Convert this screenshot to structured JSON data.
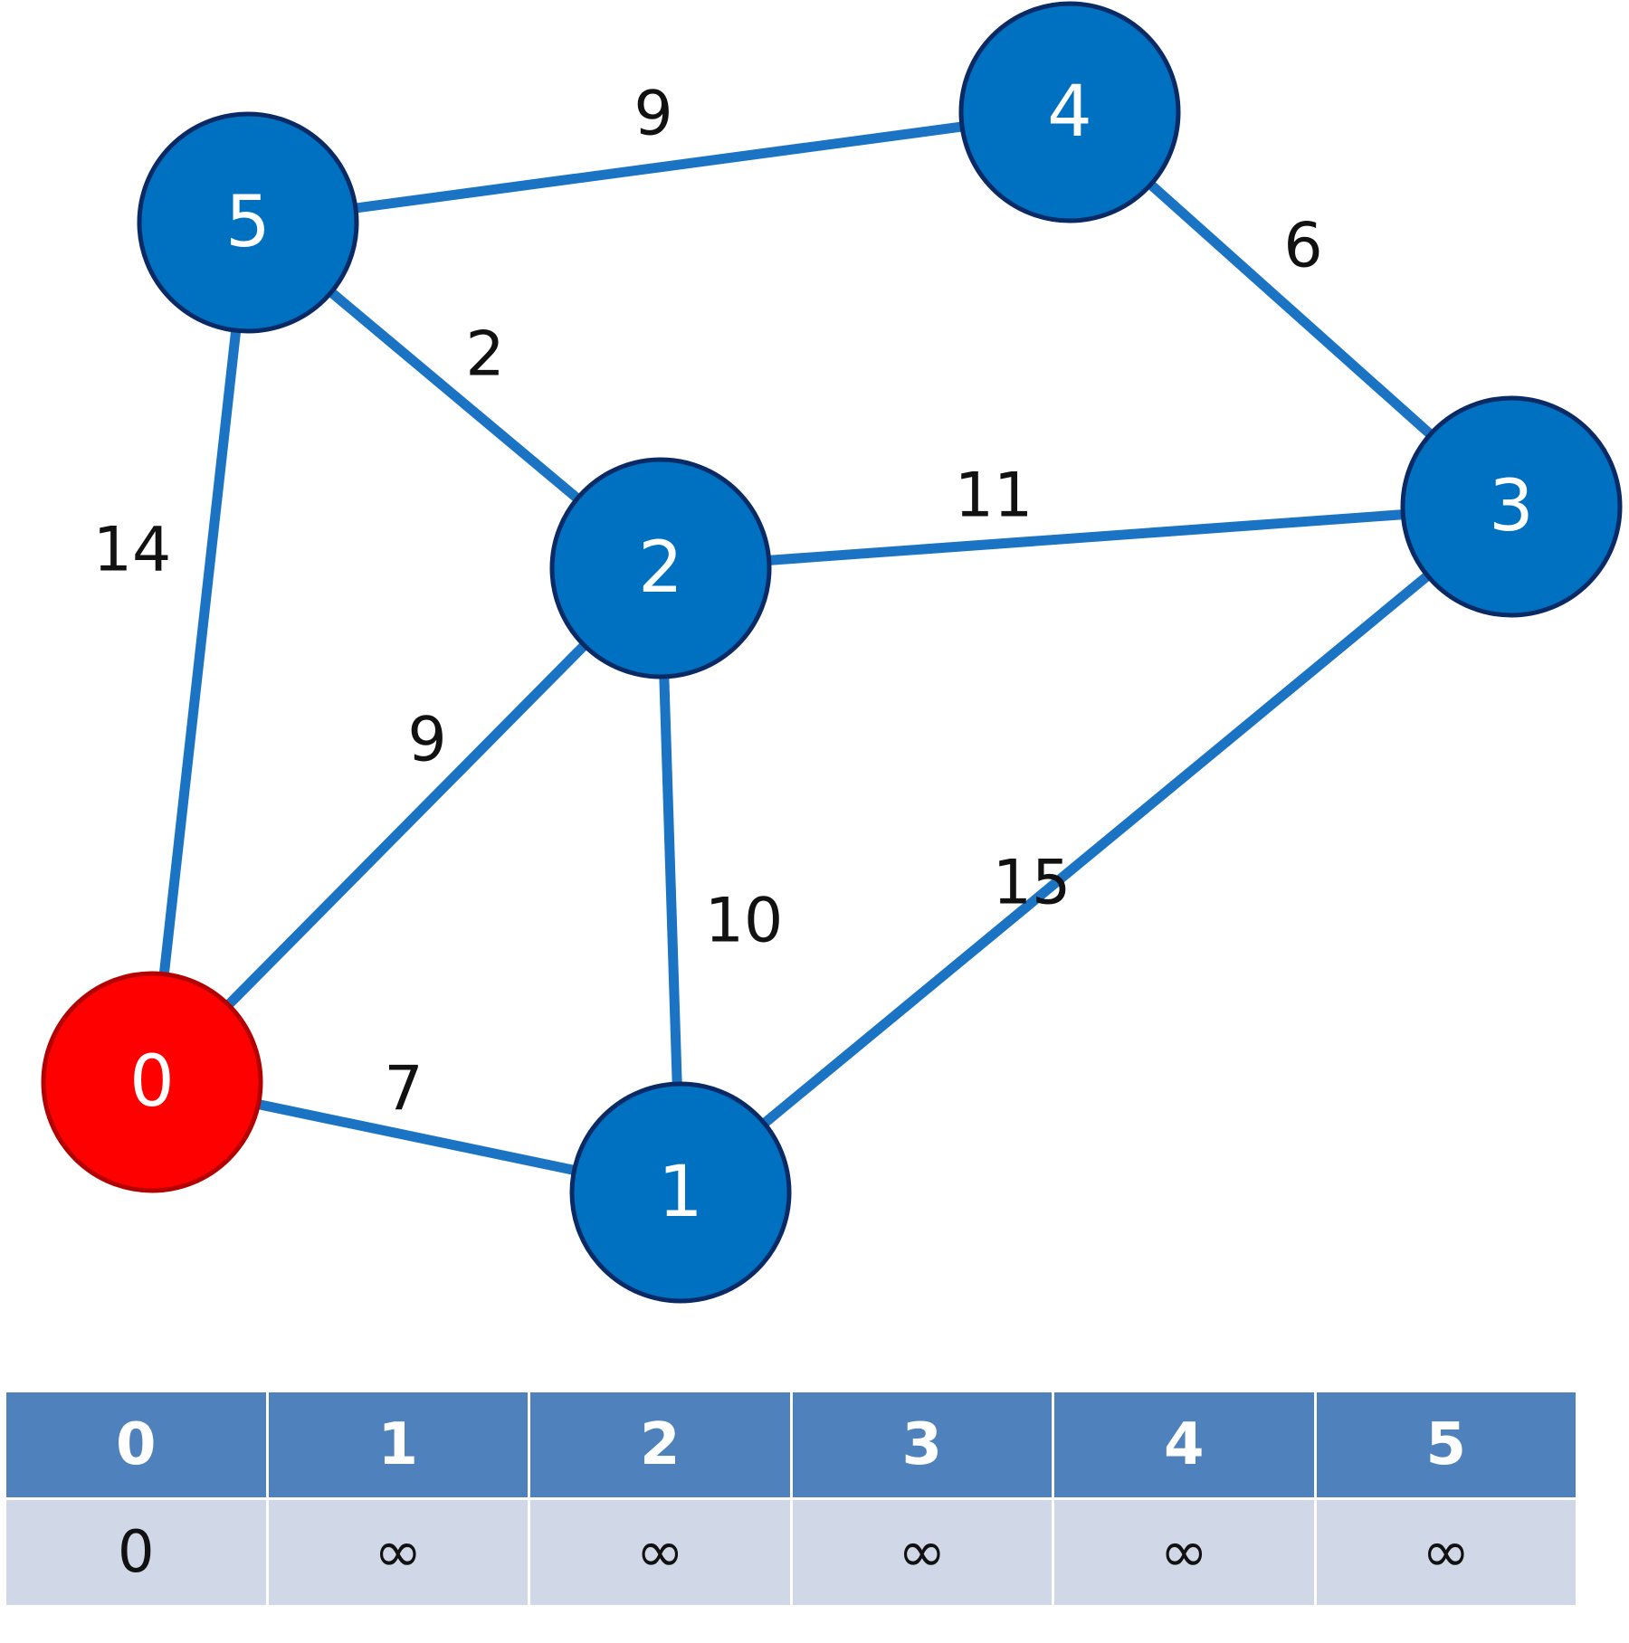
{
  "graph": {
    "nodes": [
      {
        "id": "0",
        "label": "0",
        "color": "#ff0000",
        "border": "#b30000",
        "state": "source"
      },
      {
        "id": "1",
        "label": "1",
        "color": "#0070c0",
        "border": "#0a2a66"
      },
      {
        "id": "2",
        "label": "2",
        "color": "#0070c0",
        "border": "#0a2a66"
      },
      {
        "id": "3",
        "label": "3",
        "color": "#0070c0",
        "border": "#0a2a66"
      },
      {
        "id": "4",
        "label": "4",
        "color": "#0070c0",
        "border": "#0a2a66"
      },
      {
        "id": "5",
        "label": "5",
        "color": "#0070c0",
        "border": "#0a2a66"
      }
    ],
    "edges": [
      {
        "from": "5",
        "to": "4",
        "weight": "9"
      },
      {
        "from": "4",
        "to": "3",
        "weight": "6"
      },
      {
        "from": "5",
        "to": "2",
        "weight": "2"
      },
      {
        "from": "5",
        "to": "0",
        "weight": "14"
      },
      {
        "from": "2",
        "to": "3",
        "weight": "11"
      },
      {
        "from": "0",
        "to": "2",
        "weight": "9"
      },
      {
        "from": "2",
        "to": "1",
        "weight": "10"
      },
      {
        "from": "1",
        "to": "3",
        "weight": "15"
      },
      {
        "from": "0",
        "to": "1",
        "weight": "7"
      }
    ],
    "edge_color": "#1b73c3"
  },
  "distance_table": {
    "headers": [
      "0",
      "1",
      "2",
      "3",
      "4",
      "5"
    ],
    "values": [
      "0",
      "∞",
      "∞",
      "∞",
      "∞",
      "∞"
    ],
    "header_color": "#4f81bd",
    "cell_color": "#d0d8e8"
  }
}
